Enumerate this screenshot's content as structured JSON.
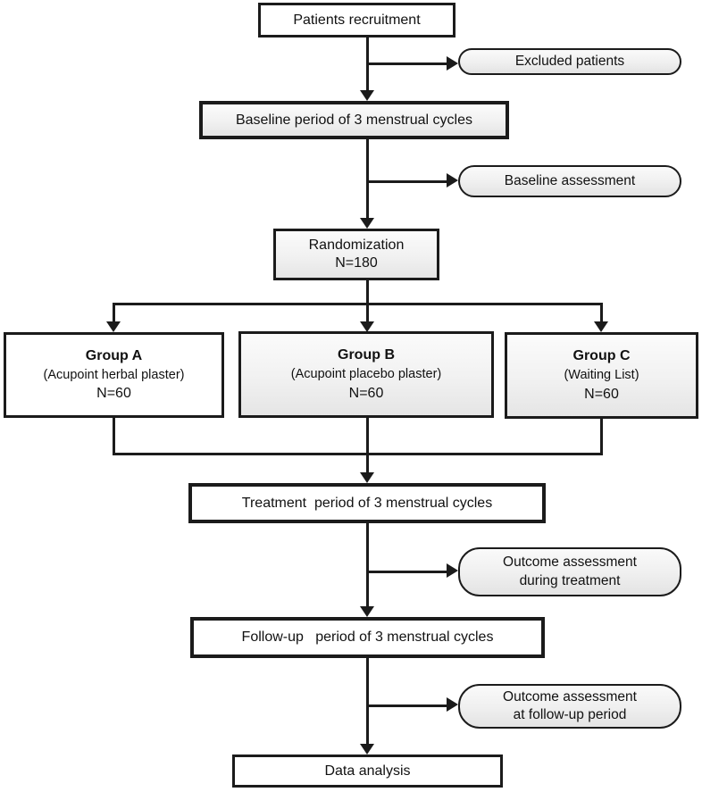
{
  "diagram": {
    "type": "flowchart",
    "description": "Randomized controlled trial patient flow diagram",
    "nodes": {
      "patients_recruitment": {
        "label": "Patients recruitment"
      },
      "excluded_patients": {
        "label": "Excluded patients"
      },
      "baseline_period": {
        "label": "Baseline period of 3 menstrual cycles"
      },
      "baseline_assessment": {
        "label": "Baseline assessment"
      },
      "randomization": {
        "line1": "Randomization",
        "line2": "N=180"
      },
      "group_a": {
        "title": "Group A",
        "subtitle": "(Acupoint herbal plaster)",
        "n": "N=60"
      },
      "group_b": {
        "title": "Group B",
        "subtitle": "(Acupoint placebo plaster)",
        "n": "N=60"
      },
      "group_c": {
        "title": "Group C",
        "subtitle": "(Waiting List)",
        "n": "N=60"
      },
      "treatment_period": {
        "label": "Treatment  period of 3 menstrual cycles"
      },
      "outcome_during_treatment": {
        "line1": "Outcome assessment",
        "line2": "during treatment"
      },
      "followup_period": {
        "label": "Follow-up   period of 3 menstrual cycles"
      },
      "outcome_at_followup": {
        "line1": "Outcome assessment",
        "line2": "at follow-up period"
      },
      "data_analysis": {
        "label": "Data analysis"
      }
    },
    "colors": {
      "border": "#1b1b1b",
      "box_fill_white": "#ffffff",
      "box_fill_gray_top": "#fbfbfb",
      "box_fill_gray_bottom": "#e5e5e5",
      "background": "#ffffff"
    }
  }
}
